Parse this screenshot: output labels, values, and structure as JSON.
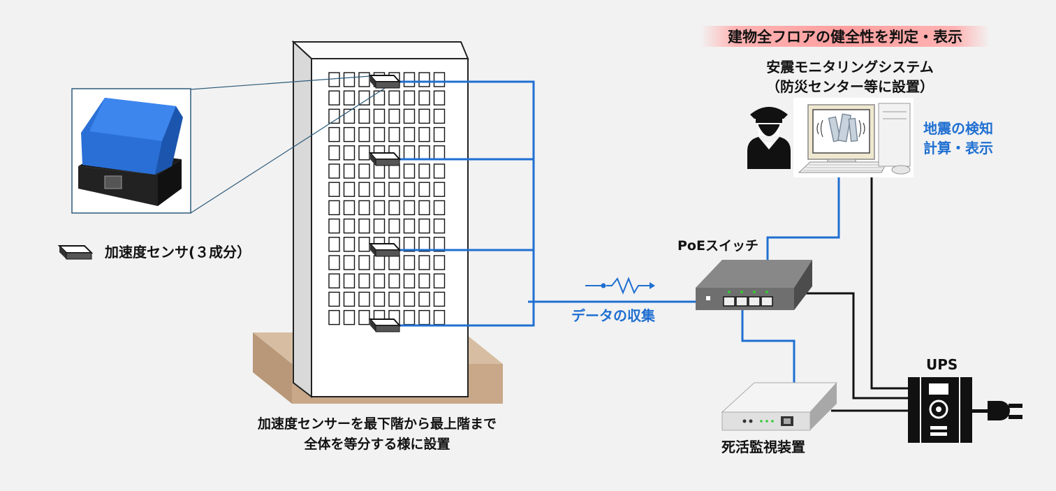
{
  "title_banner": "建物全フロアの健全性を判定・表示",
  "system": {
    "name": "安震モニタリングシステム",
    "location": "（防災センター等に設置）",
    "function_line1": "地震の検知",
    "function_line2": "計算・表示"
  },
  "sensor_legend": "加速度センサ(３成分）",
  "building_caption": {
    "line1": "加速度センサーを最下階から最上階まで",
    "line2": "全体を等分する様に設置"
  },
  "poe_switch": "PoEスイッチ",
  "data_collection": "データの収集",
  "ups": "UPS",
  "monitor_device": "死活監視装置",
  "colors": {
    "network_line": "#1f6fd1",
    "power_line": "#111111",
    "sensor_body": "#2a6fd6",
    "banner": "#ff9e9e",
    "ground": "#c8a888"
  }
}
